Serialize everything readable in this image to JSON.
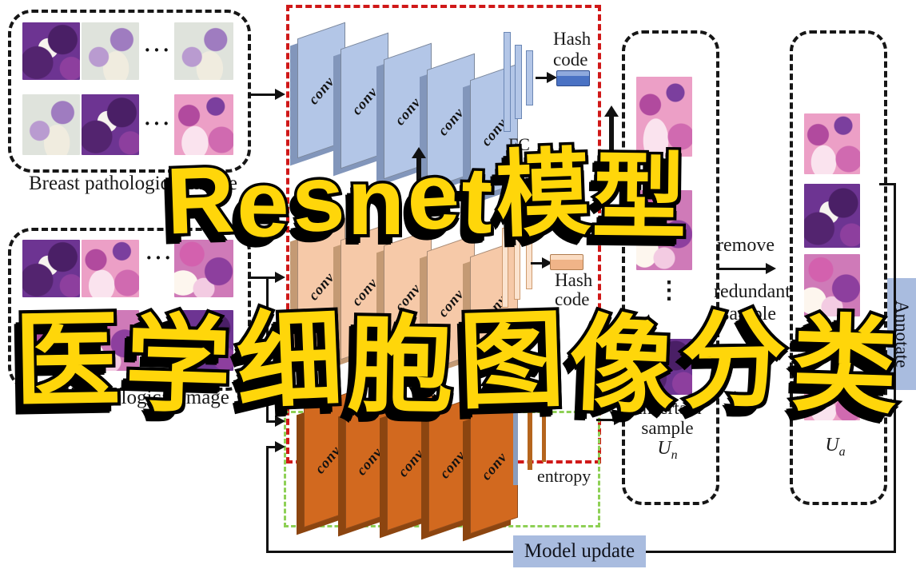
{
  "overlay": {
    "line1": "Resnet模型",
    "line2": "医学细胞图像分类"
  },
  "captions": {
    "breast": "Breast pathological image",
    "second": "pathological image",
    "dots": "···",
    "vdots": "⋮"
  },
  "network": {
    "conv": "conv",
    "fc": "FC",
    "hash1": "Hash",
    "hash2": "code",
    "entropy": "entropy"
  },
  "flow": {
    "remove": "remove",
    "redundant": "redundant",
    "sample": "sample"
  },
  "pools": {
    "uncertain": "uncertain",
    "sample": "sample",
    "u": "U",
    "n": "n",
    "a": "a"
  },
  "footer": {
    "model_update": "Model update"
  },
  "annotate": {
    "label": "Annotate"
  },
  "colors": {
    "overlay_yellow": "#ffd60a",
    "conv_blue": "#b3c6e7",
    "conv_peach": "#f6c9a8",
    "conv_orange": "#d2691f",
    "ui_blue": "#a9bcdf",
    "red_dash": "#d01818",
    "green_dash": "#8ed055",
    "hash_blue": "#4a72c4"
  }
}
